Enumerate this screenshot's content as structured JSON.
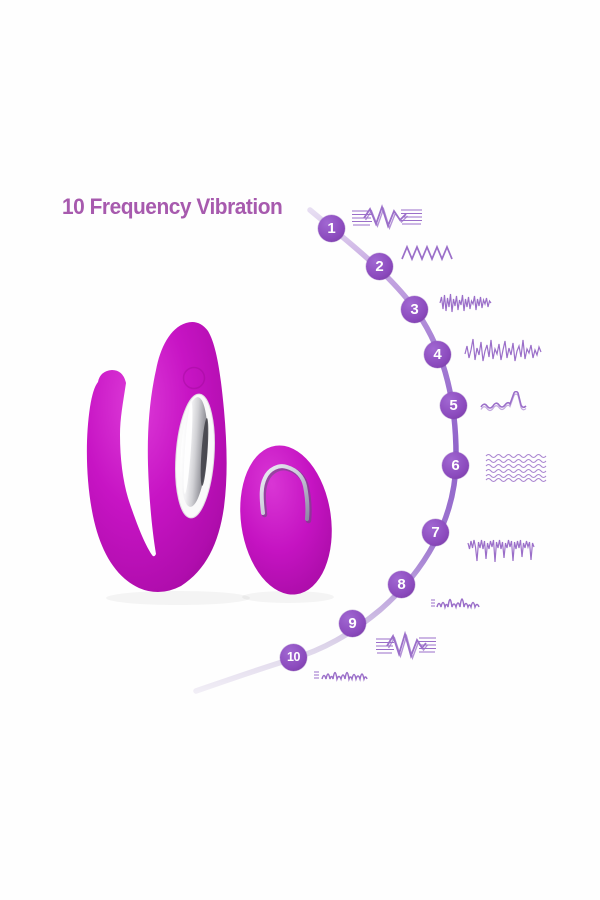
{
  "title": {
    "text": "10 Frequency Vibration"
  },
  "steps": [
    {
      "number": "1",
      "wave_icon": "scribble-zigzag-speed-lines-wave"
    },
    {
      "number": "2",
      "wave_icon": "triangle-zigzag-wave"
    },
    {
      "number": "3",
      "wave_icon": "dense-vibration-wave"
    },
    {
      "number": "4",
      "wave_icon": "spiky-pulse-wave"
    },
    {
      "number": "5",
      "wave_icon": "calm-wave-single-spike"
    },
    {
      "number": "6",
      "wave_icon": "dense-wave-texture-block"
    },
    {
      "number": "7",
      "wave_icon": "modulated-drop-wave"
    },
    {
      "number": "8",
      "wave_icon": "smooth-bump-wave"
    },
    {
      "number": "9",
      "wave_icon": "scribble-zigzag-speed-lines-wave"
    },
    {
      "number": "10",
      "wave_icon": "rounded-bump-wave"
    }
  ],
  "colors": {
    "title_color": "#a75aae",
    "step_circle_color": "#8b4abd",
    "wave_stroke_color": "#9b6fc9",
    "arc_line_color": "#9164ca",
    "device_body_color": "#c714c4"
  },
  "illustrations": {
    "main_device": "u-shaped-dual-arm-vibrator-illustration",
    "remote": "egg-shaped-remote-control-illustration"
  }
}
